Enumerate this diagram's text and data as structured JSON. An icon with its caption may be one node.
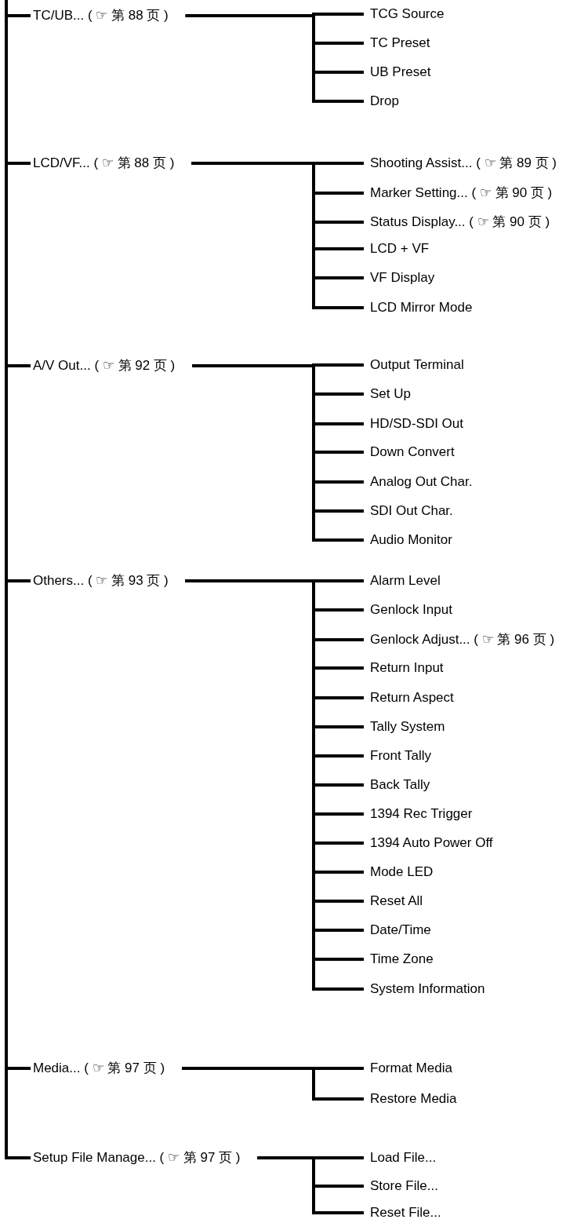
{
  "diagram": {
    "nodes": [
      {
        "text": [
          "TC/UB... ( ☞ 第 88 页 )"
        ]
      },
      {
        "text": [
          "TCG Source"
        ]
      },
      {
        "text": [
          "TC Preset"
        ]
      },
      {
        "text": [
          "UB Preset"
        ]
      },
      {
        "text": [
          "Drop"
        ]
      },
      {
        "text": [
          "LCD/VF... ( ☞ 第 88 页 )"
        ]
      },
      {
        "text": [
          "Shooting Assist... ( ☞ 第 89 页 )"
        ]
      },
      {
        "text": [
          "Marker Setting... ( ☞ 第 90 页 )"
        ]
      },
      {
        "text": [
          "Status Display... ( ☞ 第 90 页 )"
        ]
      },
      {
        "text": [
          "LCD + VF"
        ]
      },
      {
        "text": [
          "VF Display"
        ]
      },
      {
        "text": [
          "LCD Mirror Mode"
        ]
      },
      {
        "text": [
          "A/V Out... ( ☞ 第 92 页 )"
        ]
      },
      {
        "text": [
          "Output Terminal"
        ]
      },
      {
        "text": [
          "Set Up"
        ]
      },
      {
        "text": [
          "HD/SD-SDI Out"
        ]
      },
      {
        "text": [
          "Down Convert"
        ]
      },
      {
        "text": [
          "Analog Out Char."
        ]
      },
      {
        "text": [
          "SDI Out Char."
        ]
      },
      {
        "text": [
          "Audio Monitor"
        ]
      },
      {
        "text": [
          "Others... ( ☞ 第 93 页 )"
        ]
      },
      {
        "text": [
          "Alarm Level"
        ]
      },
      {
        "text": [
          "Genlock Input"
        ]
      },
      {
        "text": [
          "Genlock Adjust... ( ☞ 第 96 页 )"
        ]
      },
      {
        "text": [
          "Return Input"
        ]
      },
      {
        "text": [
          "Return Aspect"
        ]
      },
      {
        "text": [
          "Tally System"
        ]
      },
      {
        "text": [
          "Front Tally"
        ]
      },
      {
        "text": [
          "Back Tally"
        ]
      },
      {
        "text": [
          "1394 Rec Trigger"
        ]
      },
      {
        "text": [
          "1394 Auto Power Off"
        ]
      },
      {
        "text": [
          "Mode LED"
        ]
      },
      {
        "text": [
          "Reset All"
        ]
      },
      {
        "text": [
          "Date/Time"
        ]
      },
      {
        "text": [
          "Time Zone"
        ]
      },
      {
        "text": [
          "System Information"
        ]
      },
      {
        "text": [
          "Media... ( ☞ 第 97 页 )"
        ]
      },
      {
        "text": [
          "Format Media"
        ]
      },
      {
        "text": [
          "Restore Media"
        ]
      },
      {
        "text": [
          "Setup File Manage... ( ☞ 第 97 页 )"
        ]
      },
      {
        "text": [
          "Load File..."
        ]
      },
      {
        "text": [
          "Store File..."
        ]
      },
      {
        "text": [
          "Reset File..."
        ]
      }
    ],
    "edges": [
      {
        "from": null,
        "to": 0,
        "arrow": "none"
      },
      {
        "from": 0,
        "to": 1,
        "arrow": "none"
      },
      {
        "from": 0,
        "to": 2,
        "arrow": "none"
      },
      {
        "from": 0,
        "to": 3,
        "arrow": "none"
      },
      {
        "from": 0,
        "to": 4,
        "arrow": "none"
      },
      {
        "from": null,
        "to": 5,
        "arrow": "none"
      },
      {
        "from": 5,
        "to": 6,
        "arrow": "none"
      },
      {
        "from": 5,
        "to": 7,
        "arrow": "none"
      },
      {
        "from": 5,
        "to": 8,
        "arrow": "none"
      },
      {
        "from": 5,
        "to": 9,
        "arrow": "none"
      },
      {
        "from": 5,
        "to": 10,
        "arrow": "none"
      },
      {
        "from": 5,
        "to": 11,
        "arrow": "none"
      },
      {
        "from": null,
        "to": 12,
        "arrow": "none"
      },
      {
        "from": 12,
        "to": 13,
        "arrow": "none"
      },
      {
        "from": 12,
        "to": 14,
        "arrow": "none"
      },
      {
        "from": 12,
        "to": 15,
        "arrow": "none"
      },
      {
        "from": 12,
        "to": 16,
        "arrow": "none"
      },
      {
        "from": 12,
        "to": 17,
        "arrow": "none"
      },
      {
        "from": 12,
        "to": 18,
        "arrow": "none"
      },
      {
        "from": 12,
        "to": 19,
        "arrow": "none"
      },
      {
        "from": null,
        "to": 20,
        "arrow": "none"
      },
      {
        "from": 20,
        "to": 21,
        "arrow": "none"
      },
      {
        "from": 20,
        "to": 22,
        "arrow": "none"
      },
      {
        "from": 20,
        "to": 23,
        "arrow": "none"
      },
      {
        "from": 20,
        "to": 24,
        "arrow": "none"
      },
      {
        "from": 20,
        "to": 25,
        "arrow": "none"
      },
      {
        "from": 20,
        "to": 26,
        "arrow": "none"
      },
      {
        "from": 20,
        "to": 27,
        "arrow": "none"
      },
      {
        "from": 20,
        "to": 28,
        "arrow": "none"
      },
      {
        "from": 20,
        "to": 29,
        "arrow": "none"
      },
      {
        "from": 20,
        "to": 30,
        "arrow": "none"
      },
      {
        "from": 20,
        "to": 31,
        "arrow": "none"
      },
      {
        "from": 20,
        "to": 32,
        "arrow": "none"
      },
      {
        "from": 20,
        "to": 33,
        "arrow": "none"
      },
      {
        "from": 20,
        "to": 34,
        "arrow": "none"
      },
      {
        "from": 20,
        "to": 35,
        "arrow": "none"
      },
      {
        "from": null,
        "to": 36,
        "arrow": "none"
      },
      {
        "from": 36,
        "to": 37,
        "arrow": "none"
      },
      {
        "from": 36,
        "to": 38,
        "arrow": "none"
      },
      {
        "from": null,
        "to": 39,
        "arrow": "none"
      },
      {
        "from": 39,
        "to": 40,
        "arrow": "none"
      },
      {
        "from": 39,
        "to": 41,
        "arrow": "none"
      },
      {
        "from": 39,
        "to": 42,
        "arrow": "none"
      }
    ]
  }
}
